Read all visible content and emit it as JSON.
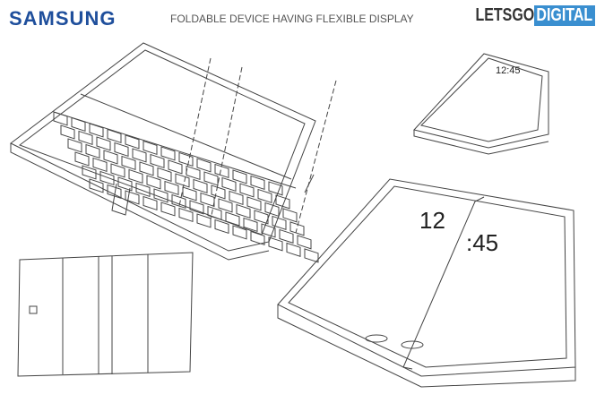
{
  "header": {
    "company_logo": "SAMSUNG",
    "title": "FOLDABLE DEVICE HAVING FLEXIBLE DISPLAY",
    "brand_part1": "LETSGO",
    "brand_part2": "DIGITAL"
  },
  "figures": {
    "phone_clock": "12:45",
    "tablet_clock_hours": "12",
    "tablet_clock_minutes": ":45"
  },
  "colors": {
    "samsung_blue": "#1f4f9c",
    "digital_blue": "#3a8fd0"
  }
}
